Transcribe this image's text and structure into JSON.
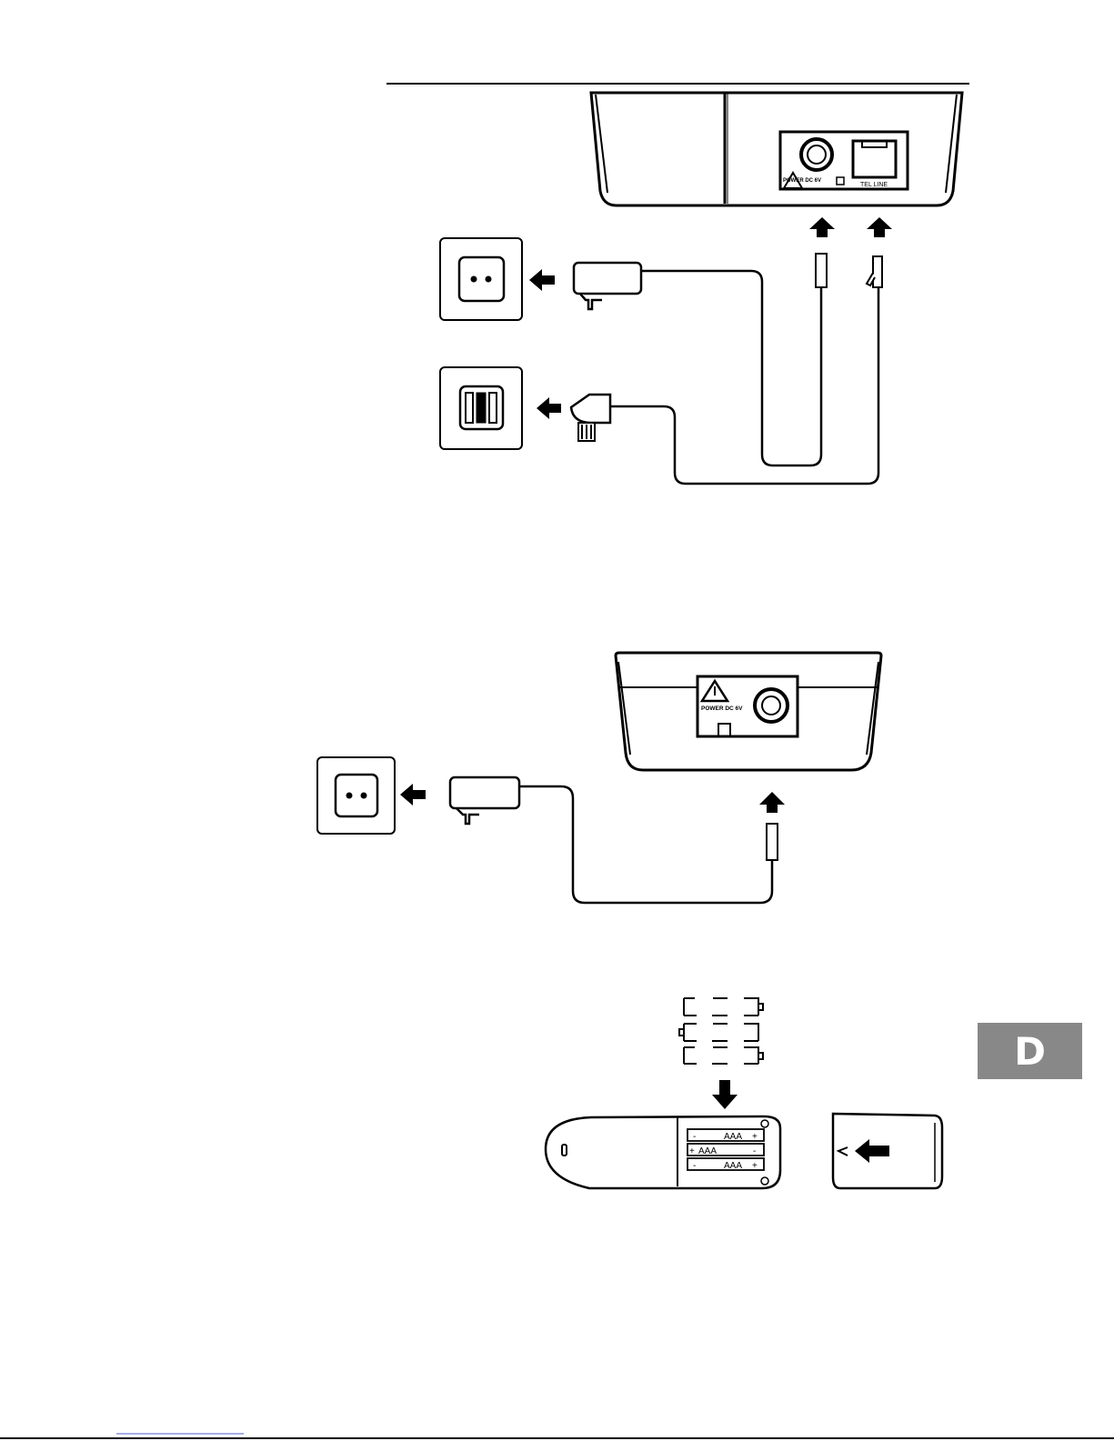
{
  "base_station": {
    "power_label": "POWER DC 6V",
    "tel_line_label": "TEL LINE"
  },
  "charger": {
    "power_label": "POWER DC 6V"
  },
  "batteries": {
    "type_label": "AAA",
    "plus_sign": "+",
    "minus_sign": "-"
  },
  "section_tab": {
    "label": "D"
  },
  "colors": {
    "ink": "#000000",
    "tab_background": "#888888",
    "tab_text": "#ffffff"
  }
}
